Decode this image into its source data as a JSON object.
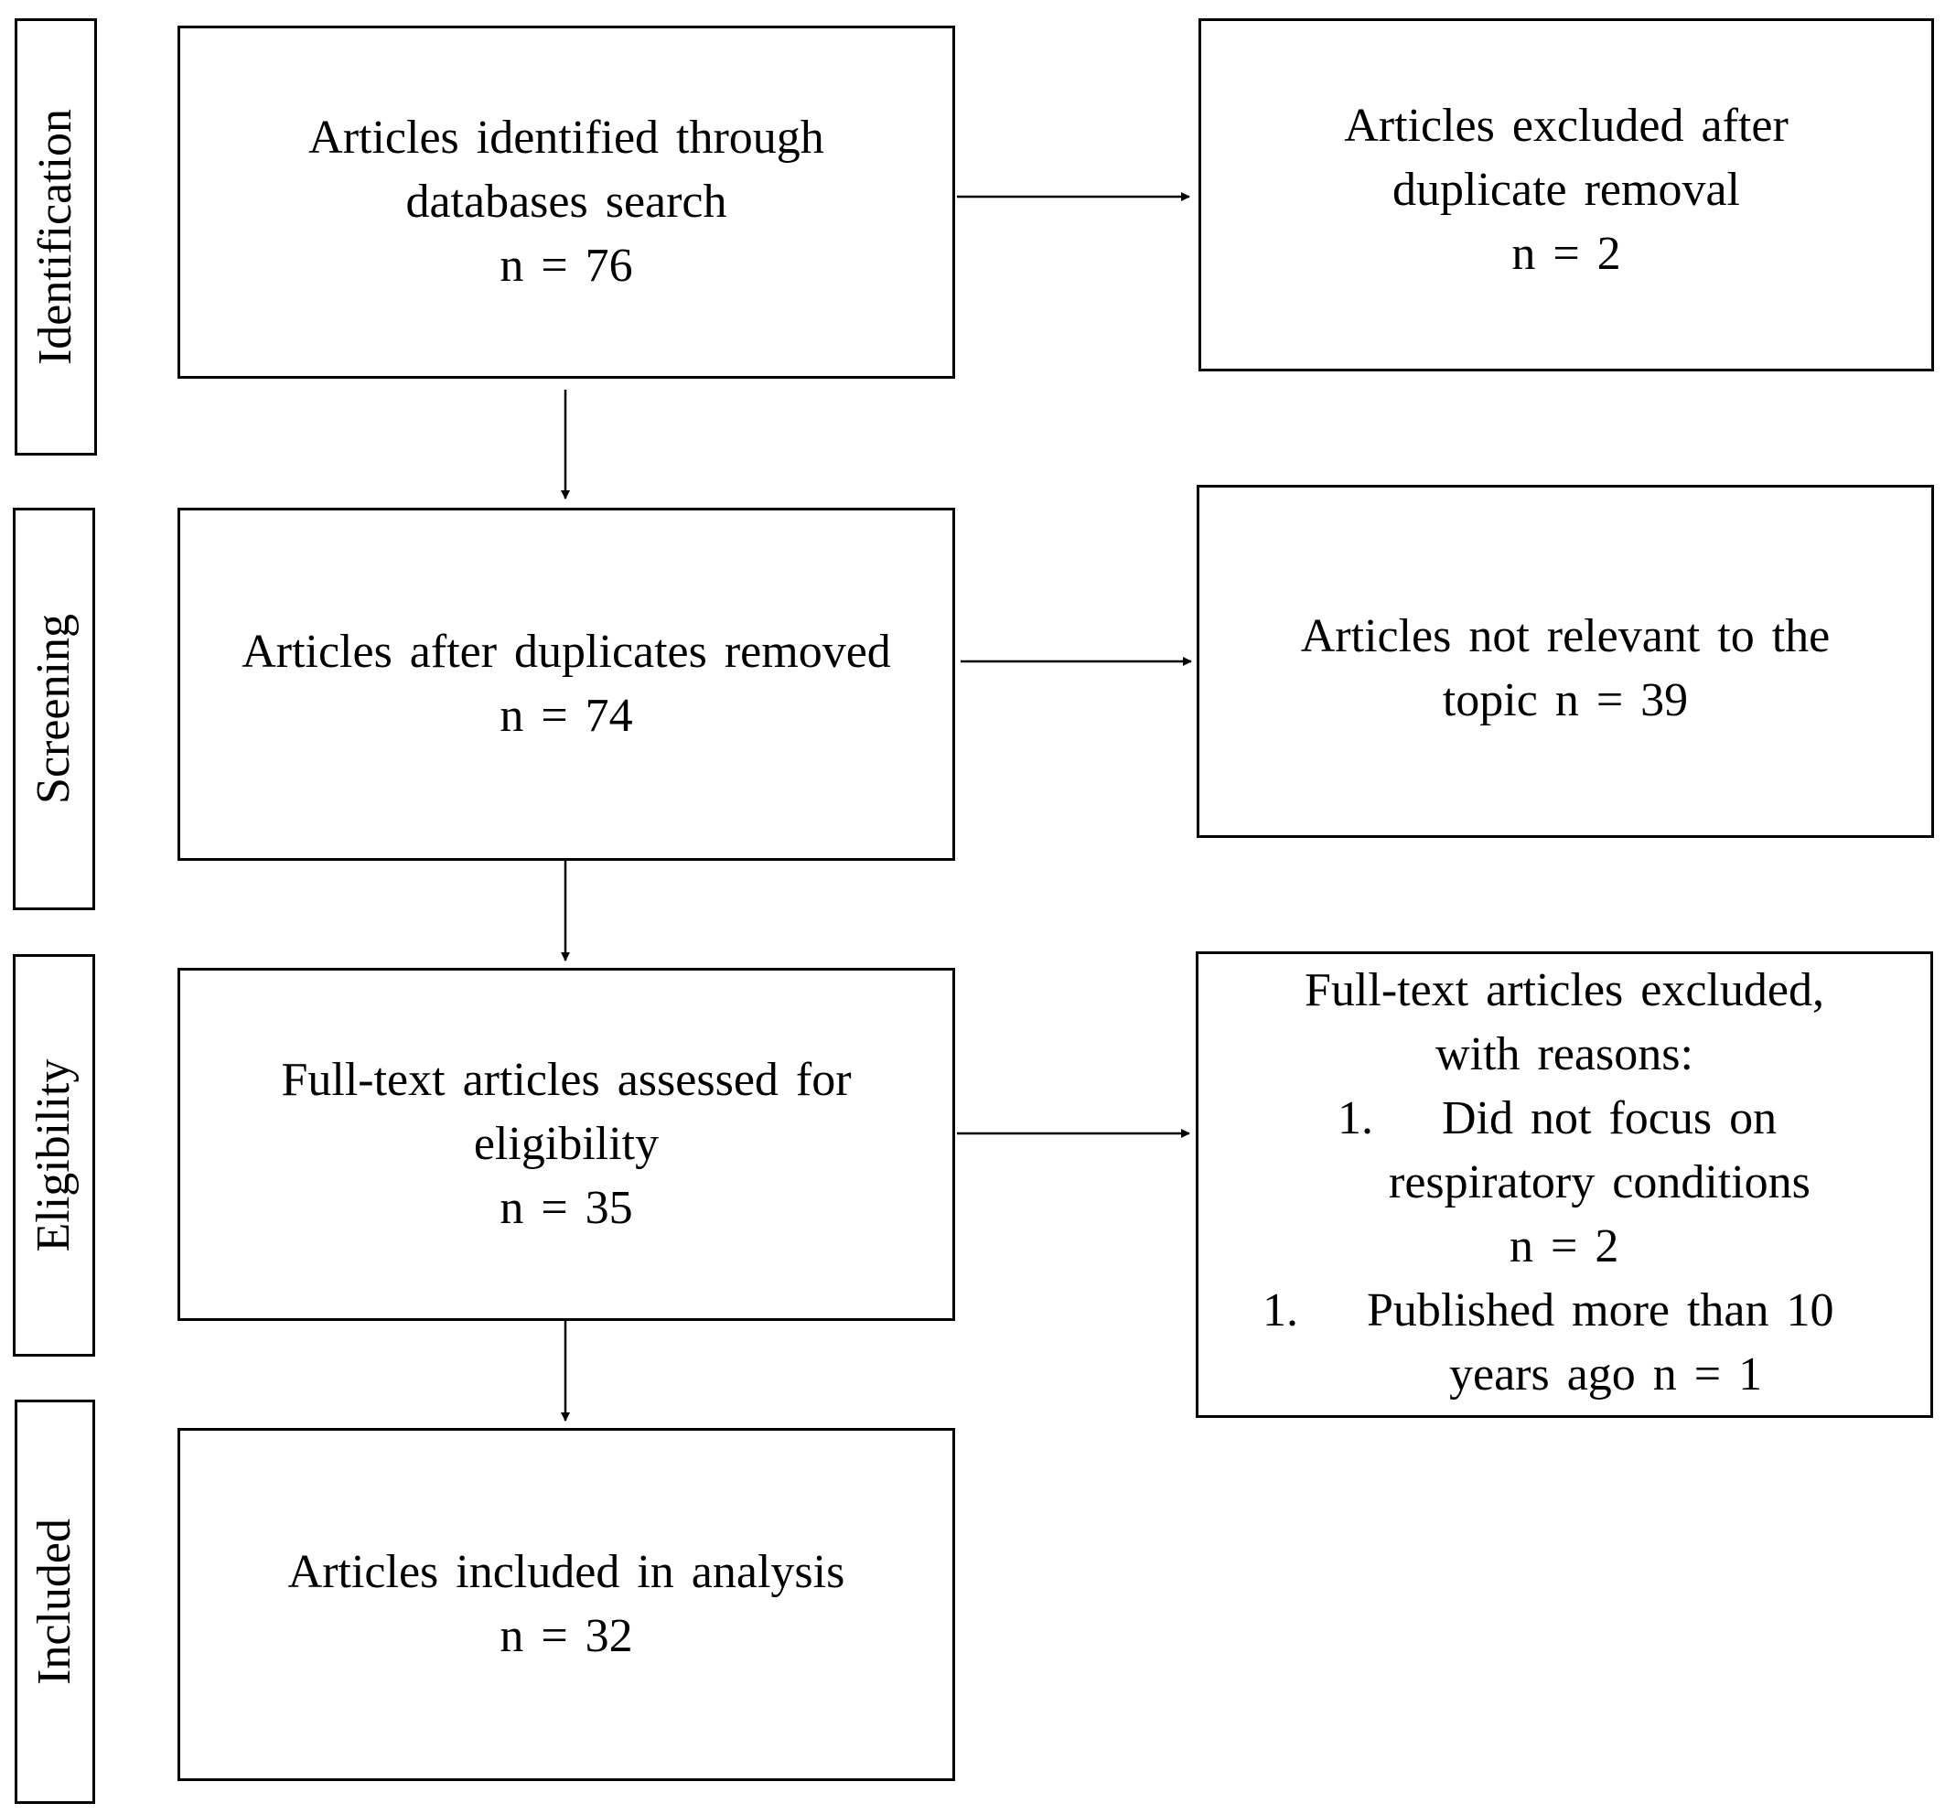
{
  "stages": [
    {
      "id": "identification",
      "label": "Identification"
    },
    {
      "id": "screening",
      "label": "Screening"
    },
    {
      "id": "eligibility",
      "label": "Eligibility"
    },
    {
      "id": "included",
      "label": "Included"
    }
  ],
  "main_flow": [
    {
      "id": "identified",
      "lines": [
        "Articles identified through",
        "databases search",
        "n = 76"
      ]
    },
    {
      "id": "after-duplicates",
      "lines": [
        "Articles after duplicates removed",
        "n = 74"
      ]
    },
    {
      "id": "assessed",
      "lines": [
        "Full-text articles assessed for",
        "eligibility",
        "n = 35"
      ]
    },
    {
      "id": "included-analysis",
      "lines": [
        "Articles included in analysis",
        "n = 32"
      ]
    }
  ],
  "exclusions": [
    {
      "id": "duplicates-excluded",
      "lines": [
        "Articles excluded after",
        "duplicate removal",
        "n = 2"
      ]
    },
    {
      "id": "not-relevant",
      "lines": [
        "Articles not relevant to the",
        "topic n = 39"
      ]
    }
  ],
  "fulltext_excluded": {
    "header": [
      "Full-text articles excluded,",
      "with reasons:"
    ],
    "reasons": [
      {
        "marker": "1.",
        "text": "Did not focus on",
        "continuation": "respiratory conditions",
        "count": "n = 2"
      },
      {
        "marker": "1.",
        "text": "Published more than 10",
        "continuation": "years ago n = 1"
      }
    ]
  }
}
